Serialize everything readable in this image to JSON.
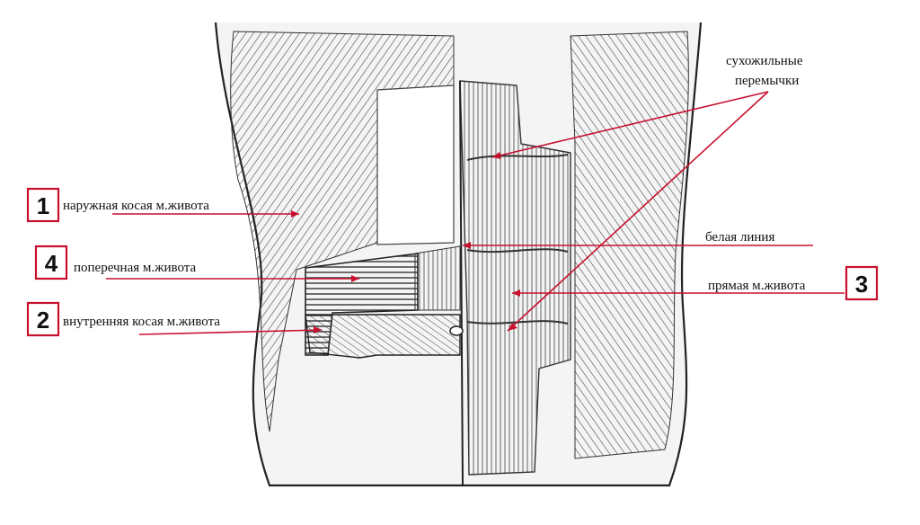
{
  "colors": {
    "accent": "#c8102e",
    "ink": "#222222",
    "paper": "#ffffff"
  },
  "labels": {
    "external_oblique": {
      "number": "1",
      "text": "наружная косая м.живота"
    },
    "transverse": {
      "number": "4",
      "text": "поперечная м.живота"
    },
    "internal_oblique": {
      "number": "2",
      "text": "внутренняя косая м.живота"
    },
    "rectus": {
      "number": "3",
      "text": "прямая м.живота"
    },
    "linea_alba": {
      "text": "белая линия"
    },
    "tendinous_intersections": {
      "line1": "сухожильные",
      "line2": "перемычки"
    }
  }
}
